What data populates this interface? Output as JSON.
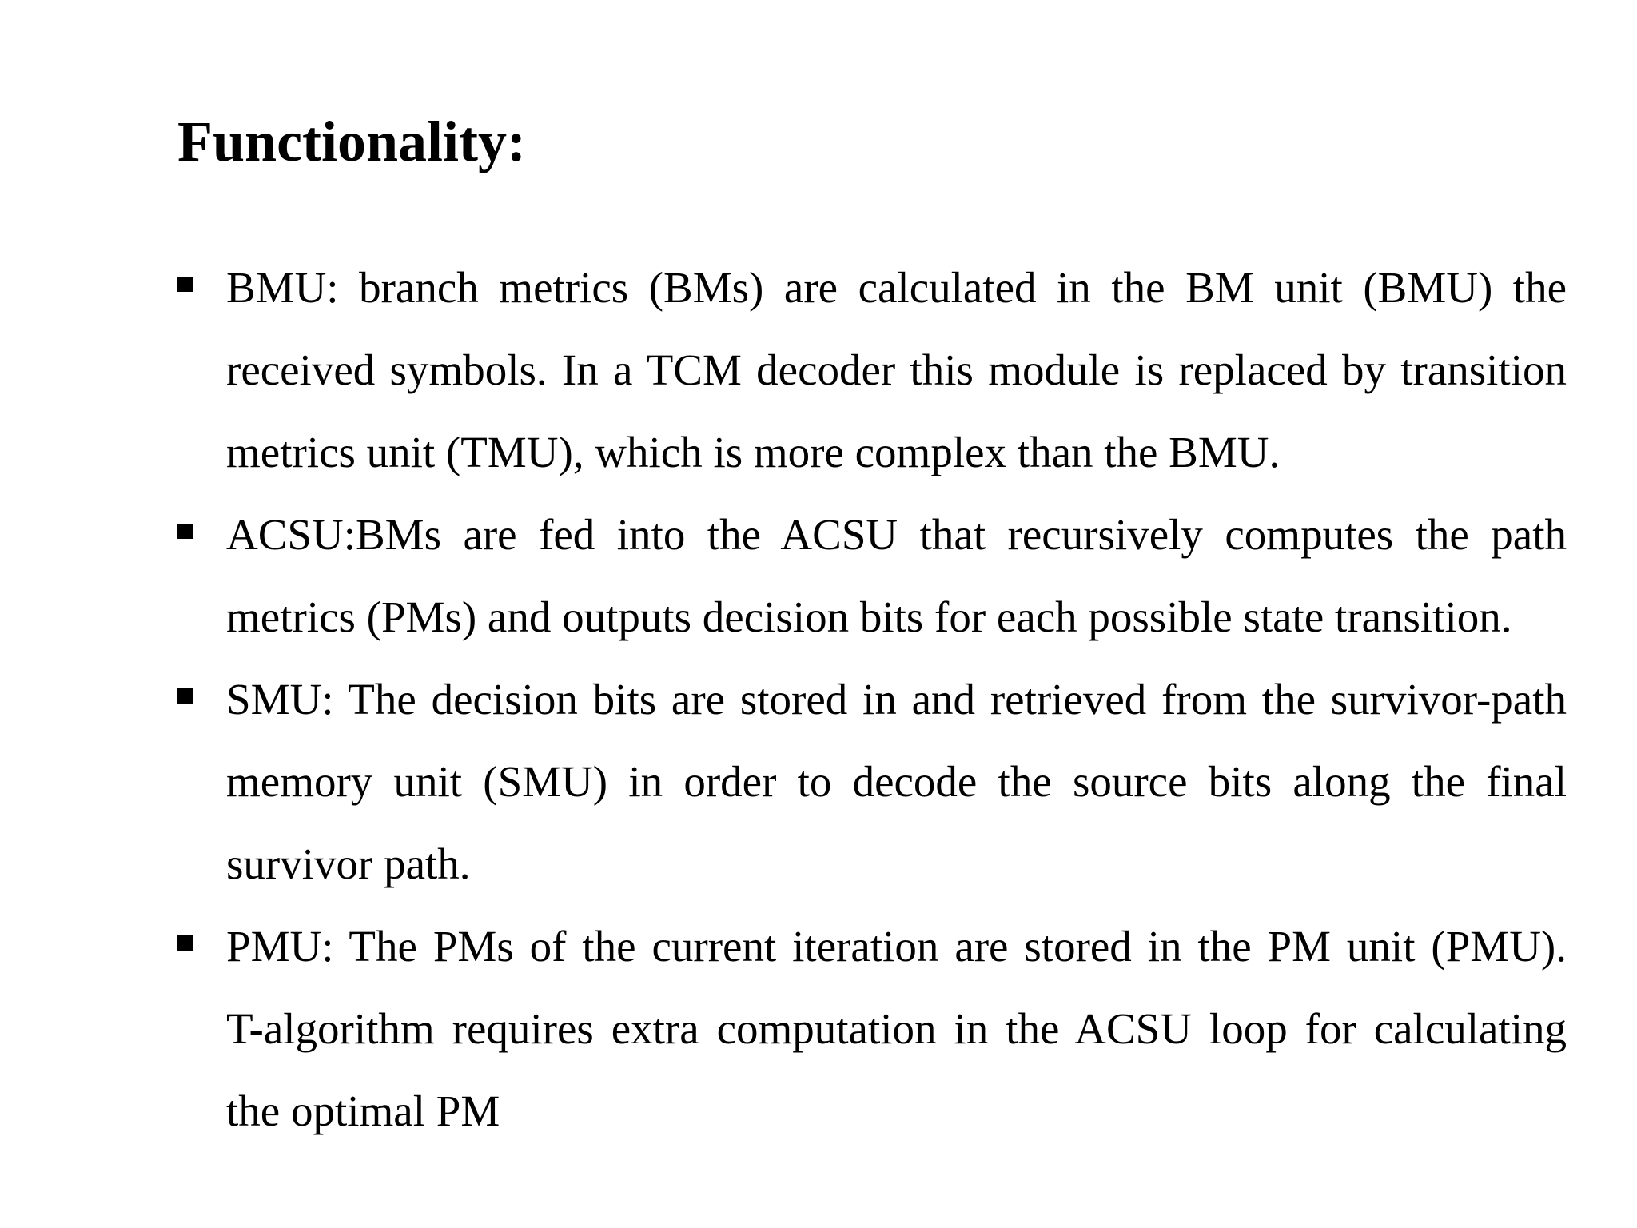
{
  "slide": {
    "title": "Functionality:",
    "colors": {
      "background": "#ffffff",
      "text": "#000000"
    },
    "bullet_marker": "black-square",
    "bullets": [
      {
        "lines": [
          "BMU: branch metrics (BMs) are calculated in the BM unit (BMU) the",
          "received symbols. In a TCM decoder this module is replaced by transition",
          "metrics unit (TMU), which is more complex than the BMU."
        ]
      },
      {
        "lines": [
          "ACSU:BMs are fed into the ACSU that recursively computes the path",
          "metrics (PMs) and outputs decision bits for each possible state transition."
        ]
      },
      {
        "lines": [
          "SMU: The decision bits are stored in and retrieved from the survivor-path",
          "memory unit (SMU) in order to decode the source bits along the final",
          "survivor path."
        ]
      },
      {
        "lines": [
          "PMU: The PMs of the current iteration are stored in the PM unit (PMU).",
          "T-algorithm requires extra computation in the ACSU loop for calculating",
          "the optimal PM"
        ]
      }
    ]
  }
}
